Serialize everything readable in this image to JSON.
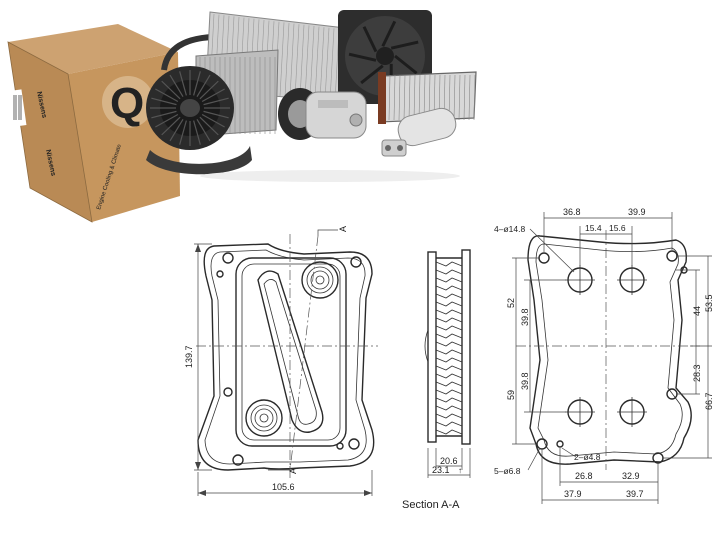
{
  "product_photo": {
    "box_logo": "Nissens",
    "box_slogan": "Engine Cooling & Climate",
    "items": [
      "blower-motor",
      "evaporator",
      "condenser",
      "radiator-fan",
      "ac-compressor",
      "heater-core",
      "receiver-drier",
      "cardboard-box"
    ]
  },
  "front_view": {
    "height_label": "139.7",
    "width_label": "105.6",
    "section_marker_top": "A",
    "section_marker_bottom": "A"
  },
  "side_view": {
    "dim_inner": "20.6",
    "dim_outer": "23.1",
    "dim_outer_tol": "↑",
    "caption": "Section A-A"
  },
  "rear_view": {
    "hole_callout_large": "4–ø14.8",
    "hole_callout_small": "2–ø4.8",
    "hole_callout_mount": "5–ø6.8",
    "top_dims": [
      "36.8",
      "39.9"
    ],
    "top_inner_dims": [
      "15.4",
      "15.6"
    ],
    "left_dims": [
      "52",
      "39.8",
      "39.8",
      "59"
    ],
    "right_dims": [
      "53.5",
      "44",
      "28.3",
      "66.7"
    ],
    "bottom_dims": [
      "26.8",
      "32.9"
    ],
    "bottom_outer_dims": [
      "37.9",
      "39.7"
    ]
  },
  "colors": {
    "line": "#2a2a2a",
    "dimension": "#444444",
    "box": "#b88a52",
    "metal": "#c9c9c9"
  }
}
